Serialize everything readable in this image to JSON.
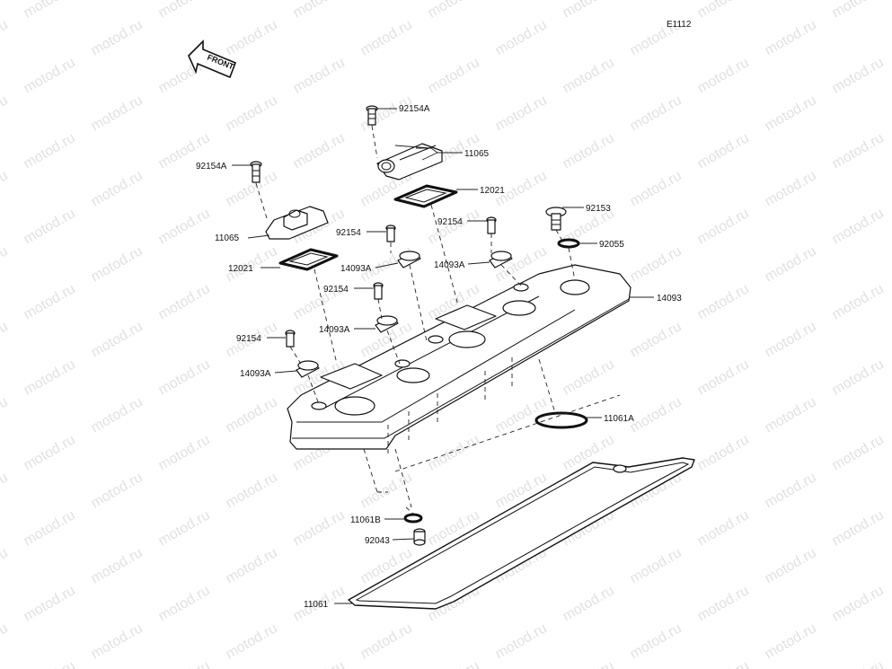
{
  "diagram_code": "E1112",
  "front_label": "FRONT",
  "watermark_text": "motod.ru",
  "labels": {
    "l_92154A_top": "92154A",
    "l_11065_top": "11065",
    "l_92154A_left": "92154A",
    "l_11065_left": "11065",
    "l_12021_top": "12021",
    "l_92153": "92153",
    "l_92154_a": "92154",
    "l_92154_b": "92154",
    "l_92055": "92055",
    "l_12021_left": "12021",
    "l_14093A_a": "14093A",
    "l_14093A_b": "14093A",
    "l_14093": "14093",
    "l_92154_c": "92154",
    "l_14093A_c": "14093A",
    "l_92154_d": "92154",
    "l_14093A_d": "14093A",
    "l_11061A": "11061A",
    "l_11061B": "11061B",
    "l_92043": "92043",
    "l_11061": "11061"
  },
  "colors": {
    "line": "#111111",
    "background": "#ffffff",
    "watermark": "#c9c9c9"
  }
}
